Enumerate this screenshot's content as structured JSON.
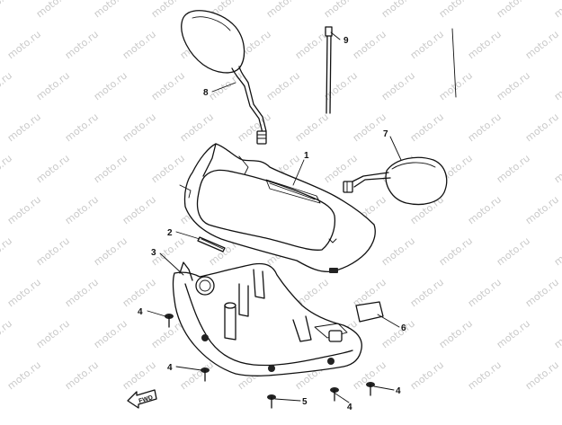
{
  "watermark": "moto.ru",
  "parts": {
    "p1": "1",
    "p2": "2",
    "p3": "3",
    "p4a": "4",
    "p4b": "4",
    "p4c": "4",
    "p4d": "4",
    "p5": "5",
    "p6": "6",
    "p7": "7",
    "p8": "8",
    "p9": "9"
  },
  "fwd_label": "FWD"
}
